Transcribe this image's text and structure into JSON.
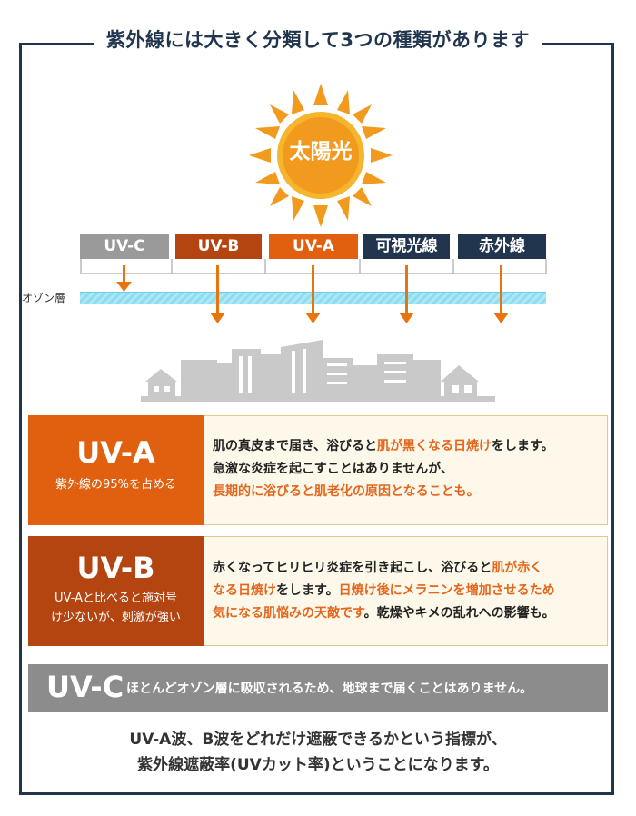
{
  "title": "紫外線には大きく分類して3つの種類があります",
  "sun_label": "太陽光",
  "bands": [
    {
      "label": "UV-C",
      "color": "#9a9a9a"
    },
    {
      "label": "UV-B",
      "color": "#b44511"
    },
    {
      "label": "UV-A",
      "color": "#e0600f"
    },
    {
      "label": "可視光線",
      "color": "#21354f"
    },
    {
      "label": "赤外線",
      "color": "#21354f"
    }
  ],
  "ozone_label": "オゾン層",
  "uva": {
    "name": "UV-A",
    "sub": "紫外線の95%を占める",
    "l1a": "肌の真皮まで届き、浴びると",
    "l1b": "肌が黒くなる日焼け",
    "l1c": "をします。",
    "l2": "急激な炎症を起こすことはありませんが、",
    "l3": "長期的に浴びると肌老化の原因となることも。"
  },
  "uvb": {
    "name": "UV-B",
    "sub1": "UV-Aと比べると施対号",
    "sub2": "け少ないが、刺激が強い",
    "l1a": "赤くなってヒリヒリ炎症を引き起こし、浴びると",
    "l1b": "肌が赤く",
    "l2a": "なる日焼け",
    "l2b": "をします。",
    "l2c": "日焼け後にメラニンを増加させるため",
    "l3a": "気になる肌悩みの天敵です",
    "l3b": "。乾燥やキメの乱れへの影響も。"
  },
  "uvc": {
    "name": "UV-C",
    "text": "ほとんどオゾン層に吸収されるため、地球まで届くことはありません。"
  },
  "footer": {
    "line1": "UV-A波、B波をどれだけ遮蔽できるかという指標が、",
    "line2": "紫外線遮蔽率(UVカット率)ということになります。"
  },
  "colors": {
    "navy": "#21354f",
    "orange": "#e0600f",
    "brown": "#b44511",
    "gray": "#8c8c8c",
    "sun": "#f29a1e"
  }
}
